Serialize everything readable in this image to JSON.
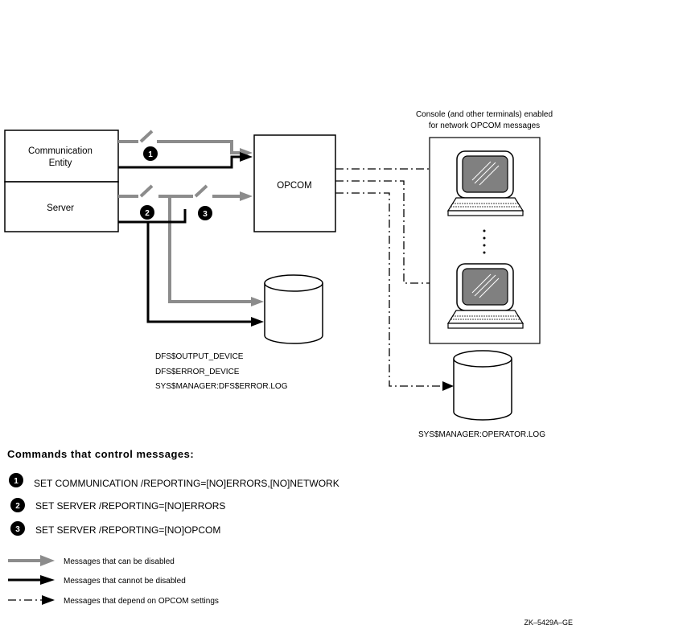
{
  "boxes": {
    "communication_entity": "Communication\nEntity",
    "server": "Server",
    "opcom": "OPCOM"
  },
  "console_caption": [
    "Console (and other terminals) enabled",
    "for network OPCOM messages"
  ],
  "log_files_left": [
    "DFS$OUTPUT_DEVICE",
    "DFS$ERROR_DEVICE",
    "SYS$MANAGER:DFS$ERROR.LOG"
  ],
  "log_file_right": "SYS$MANAGER:OPERATOR.LOG",
  "switch_numbers": [
    "1",
    "2",
    "3"
  ],
  "commands_heading": "Commands that control messages:",
  "commands": [
    {
      "num": "1",
      "text": "SET COMMUNICATION /REPORTING=[NO]ERRORS,[NO]NETWORK"
    },
    {
      "num": "2",
      "text": "SET SERVER /REPORTING=[NO]ERRORS"
    },
    {
      "num": "3",
      "text": "SET SERVER /REPORTING=[NO]OPCOM"
    }
  ],
  "legend": [
    {
      "style": "gray",
      "text": "Messages that can be disabled"
    },
    {
      "style": "black",
      "text": "Messages that cannot be disabled"
    },
    {
      "style": "dashdot",
      "text": "Messages that depend on OPCOM settings"
    }
  ],
  "figure_id": "ZK–5429A–GE",
  "colors": {
    "gray_line": "#8c8c8c",
    "black_line": "#000000",
    "screen_fill": "#808080"
  }
}
